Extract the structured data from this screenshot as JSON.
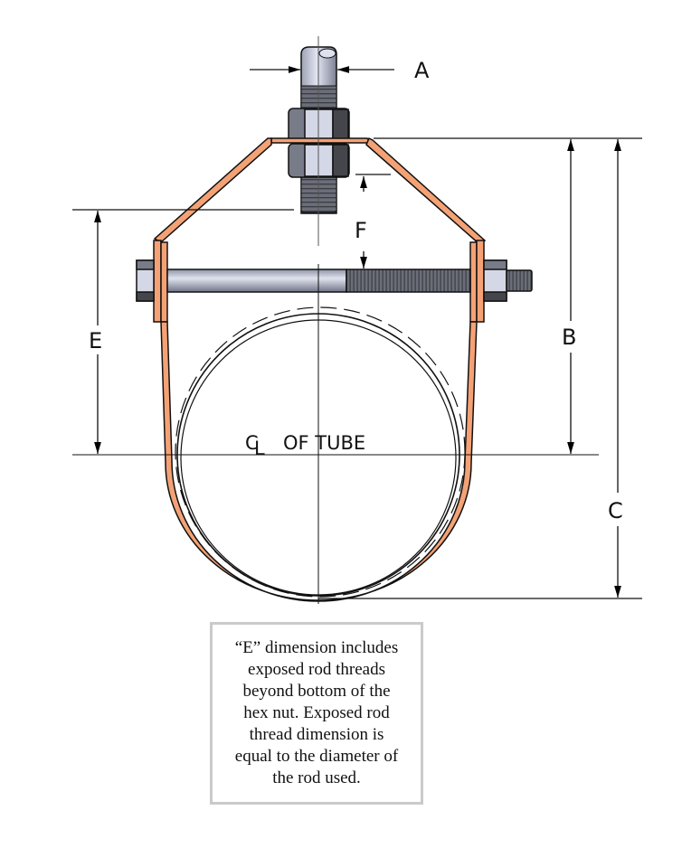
{
  "dimensions": {
    "a": "A",
    "b": "B",
    "c": "C",
    "e": "E",
    "f": "F"
  },
  "centerline_label": {
    "symbol_c": "C",
    "symbol_l": "L",
    "text": "OF TUBE"
  },
  "note_lines": [
    "“E” dimension includes",
    "exposed rod threads",
    "beyond bottom of the",
    "hex nut. Exposed rod",
    "thread dimension is",
    "equal to the diameter of",
    "the rod used."
  ],
  "colors": {
    "strap": "#f4a275",
    "rod": "#c8cce0",
    "nut_dark": "#44464c",
    "note_border": "#c9cbc9"
  }
}
